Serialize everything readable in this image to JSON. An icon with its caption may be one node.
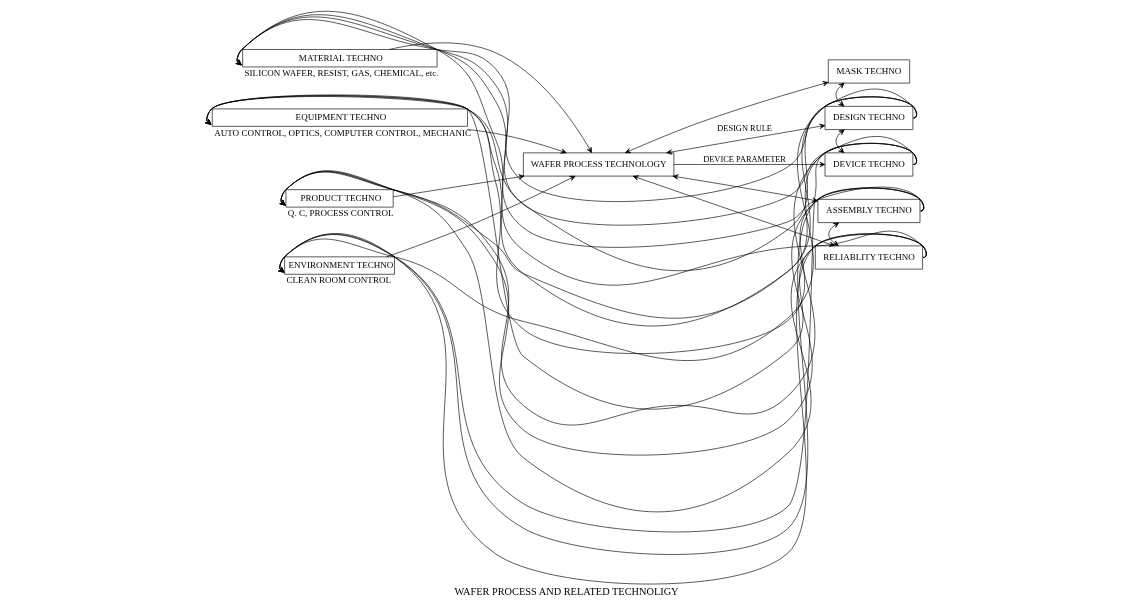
{
  "diagram": {
    "caption": "WAFER PROCESS AND RELATED TECHNOLIGY",
    "nodes": [
      {
        "text": [
          "MATERIAL TECHNO"
        ],
        "beside": [
          "SILICON WAFER, RESIST, GAS, CHEMICAL, etc."
        ]
      },
      {
        "text": [
          "EQUIPMENT TECHNO"
        ],
        "beside": [
          "AUTO CONTROL, OPTICS, COMPUTER CONTROL, MECHANIC"
        ]
      },
      {
        "text": [
          "PRODUCT TECHNO"
        ],
        "beside": [
          "Q. C, PROCESS CONTROL"
        ]
      },
      {
        "text": [
          "ENVIRONMENT TECHNO"
        ],
        "beside": [
          "CLEAN ROOM CONTROL"
        ]
      },
      {
        "text": [
          "WAFER PROCESS TECHNOLOGY"
        ]
      },
      {
        "text": [
          "MASK TECHNO"
        ]
      },
      {
        "text": [
          "DESIGN TECHNO"
        ]
      },
      {
        "text": [
          "DEVICE TECHNO"
        ]
      },
      {
        "text": [
          "ASSEMBLY TECHNO"
        ]
      },
      {
        "text": [
          "RELIABLITY TECHNO"
        ]
      }
    ],
    "edges": [
      {
        "from": 0,
        "to": 4,
        "arrow": "to"
      },
      {
        "from": 1,
        "to": 4,
        "arrow": "to"
      },
      {
        "from": 2,
        "to": 4,
        "arrow": "to"
      },
      {
        "from": 3,
        "to": 4,
        "arrow": "to"
      },
      {
        "from": 4,
        "to": 5,
        "arrow": "both"
      },
      {
        "from": 4,
        "to": 6,
        "arrow": "both",
        "label": "DESIGN RULE"
      },
      {
        "from": 4,
        "to": 7,
        "arrow": "to",
        "label": "DEVICE PARAMETER"
      },
      {
        "from": 4,
        "to": 8,
        "arrow": "both"
      },
      {
        "from": 4,
        "to": 9,
        "arrow": "both"
      },
      {
        "from": 5,
        "to": 6,
        "arrow": "both"
      },
      {
        "from": 6,
        "to": 7,
        "arrow": "both"
      },
      {
        "from": 8,
        "to": 9,
        "arrow": "both"
      },
      {
        "from": 6,
        "to": 0,
        "arrow": "to"
      },
      {
        "from": 6,
        "to": 1,
        "arrow": "to"
      },
      {
        "from": 6,
        "to": 2,
        "arrow": "to"
      },
      {
        "from": 6,
        "to": 3,
        "arrow": "to"
      },
      {
        "from": 7,
        "to": 0,
        "arrow": "to"
      },
      {
        "from": 7,
        "to": 1,
        "arrow": "to"
      },
      {
        "from": 7,
        "to": 2,
        "arrow": "to"
      },
      {
        "from": 7,
        "to": 3,
        "arrow": "to"
      },
      {
        "from": 8,
        "to": 0,
        "arrow": "to"
      },
      {
        "from": 8,
        "to": 1,
        "arrow": "to"
      },
      {
        "from": 8,
        "to": 2,
        "arrow": "to"
      },
      {
        "from": 8,
        "to": 3,
        "arrow": "to"
      },
      {
        "from": 9,
        "to": 0,
        "arrow": "to"
      },
      {
        "from": 9,
        "to": 1,
        "arrow": "to"
      },
      {
        "from": 9,
        "to": 2,
        "arrow": "to"
      },
      {
        "from": 9,
        "to": 3,
        "arrow": "to"
      }
    ]
  }
}
